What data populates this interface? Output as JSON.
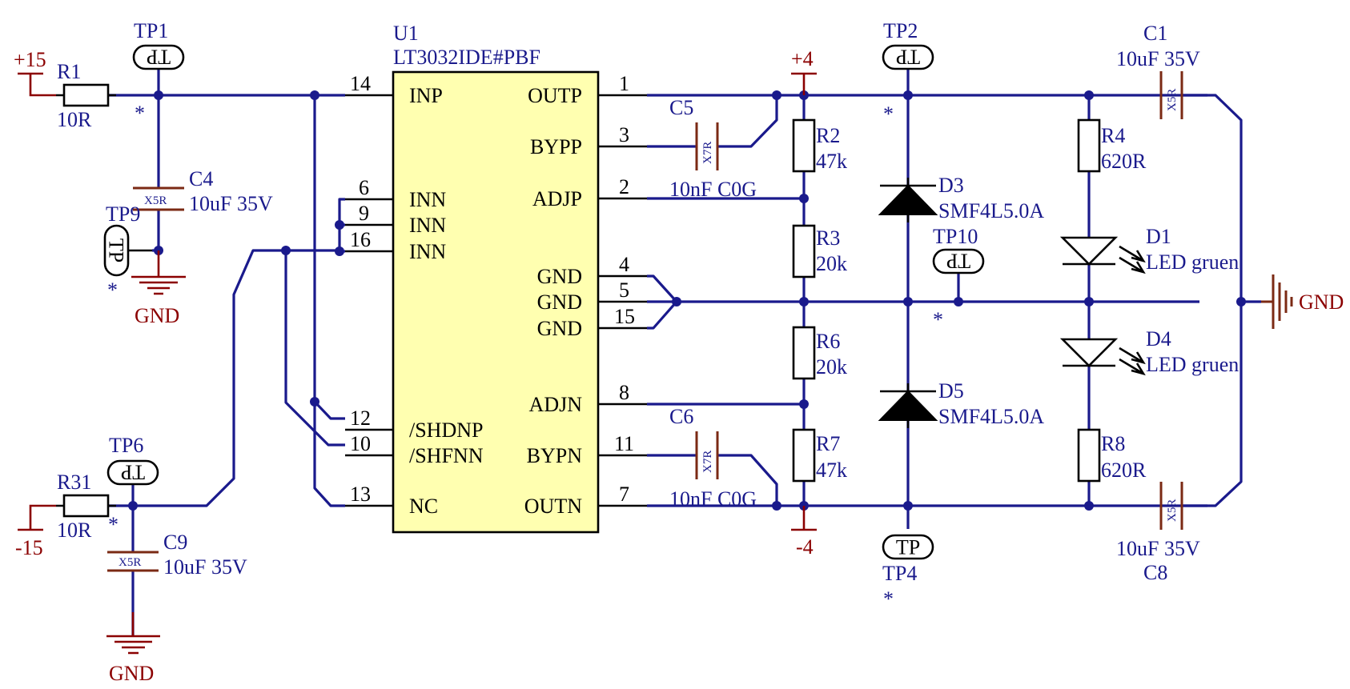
{
  "ic": {
    "ref": "U1",
    "part": "LT3032IDE#PBF",
    "left_pins": [
      {
        "num": "14",
        "name": "INP"
      },
      {
        "num": "6",
        "name": "INN"
      },
      {
        "num": "9",
        "name": "INN"
      },
      {
        "num": "16",
        "name": "INN"
      },
      {
        "num": "12",
        "name": "/SHDNP"
      },
      {
        "num": "10",
        "name": "/SHFNN"
      },
      {
        "num": "13",
        "name": "NC"
      }
    ],
    "right_pins": [
      {
        "num": "1",
        "name": "OUTP"
      },
      {
        "num": "3",
        "name": "BYPP"
      },
      {
        "num": "2",
        "name": "ADJP"
      },
      {
        "num": "4",
        "name": "GND"
      },
      {
        "num": "5",
        "name": "GND"
      },
      {
        "num": "15",
        "name": "GND"
      },
      {
        "num": "8",
        "name": "ADJN"
      },
      {
        "num": "11",
        "name": "BYPN"
      },
      {
        "num": "7",
        "name": "OUTN"
      }
    ]
  },
  "power": {
    "p15": "+15",
    "m15": "-15",
    "p4": "+4",
    "m4": "-4",
    "gnd": "GND"
  },
  "resistors": {
    "r1": {
      "ref": "R1",
      "val": "10R"
    },
    "r31": {
      "ref": "R31",
      "val": "10R"
    },
    "r2": {
      "ref": "R2",
      "val": "47k"
    },
    "r3": {
      "ref": "R3",
      "val": "20k"
    },
    "r6": {
      "ref": "R6",
      "val": "20k"
    },
    "r7": {
      "ref": "R7",
      "val": "47k"
    },
    "r4": {
      "ref": "R4",
      "val": "620R"
    },
    "r8": {
      "ref": "R8",
      "val": "620R"
    }
  },
  "capacitors": {
    "c1": {
      "ref": "C1",
      "val": "10uF 35V",
      "diel": "X5R"
    },
    "c4": {
      "ref": "C4",
      "val": "10uF 35V",
      "diel": "X5R"
    },
    "c5": {
      "ref": "C5",
      "val": "10nF C0G",
      "diel": "X7R"
    },
    "c6": {
      "ref": "C6",
      "val": "10nF C0G",
      "diel": "X7R"
    },
    "c8": {
      "ref": "C8",
      "val": "10uF 35V",
      "diel": "X5R"
    },
    "c9": {
      "ref": "C9",
      "val": "10uF 35V",
      "diel": "X5R"
    }
  },
  "diodes": {
    "d1": {
      "ref": "D1",
      "val": "LED gruen"
    },
    "d3": {
      "ref": "D3",
      "val": "SMF4L5.0A"
    },
    "d4": {
      "ref": "D4",
      "val": "LED gruen"
    },
    "d5": {
      "ref": "D5",
      "val": "SMF4L5.0A"
    }
  },
  "testpoints": {
    "label": "TP",
    "tp1": "TP1",
    "tp2": "TP2",
    "tp4": "TP4",
    "tp6": "TP6",
    "tp9": "TP9",
    "tp10": "TP10"
  },
  "marker": "*",
  "colors": {
    "wire": "#1a1a8c",
    "power": "#8b0000",
    "part": "#000000",
    "ic_fill": "#ffffb0",
    "pin_text": "#000000"
  }
}
